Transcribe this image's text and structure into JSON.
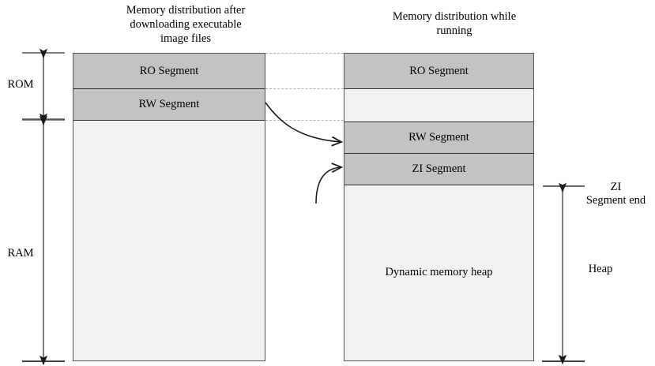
{
  "diagram": {
    "titles": {
      "left": "Memory distribution after\ndownloading executable\nimage files",
      "right": "Memory distribution while\nrunning"
    },
    "left_block": {
      "segments": [
        {
          "label": "RO Segment",
          "fill": "#c3c3c3"
        },
        {
          "label": "RW Segment",
          "fill": "#c3c3c3"
        },
        {
          "label": "",
          "fill": "#f2f2f2"
        }
      ]
    },
    "right_block": {
      "segments": [
        {
          "label": "RO Segment",
          "fill": "#c3c3c3"
        },
        {
          "label": "",
          "fill": "#f2f2f2"
        },
        {
          "label": "RW Segment",
          "fill": "#c3c3c3"
        },
        {
          "label": "ZI Segment",
          "fill": "#c3c3c3"
        },
        {
          "label": "Dynamic memory heap",
          "fill": "#f2f2f2"
        }
      ]
    },
    "brackets": {
      "rom": "ROM",
      "ram": "RAM",
      "zi_segment_end": "ZI\nSegment end",
      "heap": "Heap"
    },
    "colors": {
      "segment_fill": "#c3c3c3",
      "block_fill": "#f2f2f2",
      "block_border": "#555555",
      "segment_divider": "#333333",
      "dotted_connector": "#b4b4b4",
      "arrow": "#1a1a1a",
      "text": "#000000"
    }
  }
}
